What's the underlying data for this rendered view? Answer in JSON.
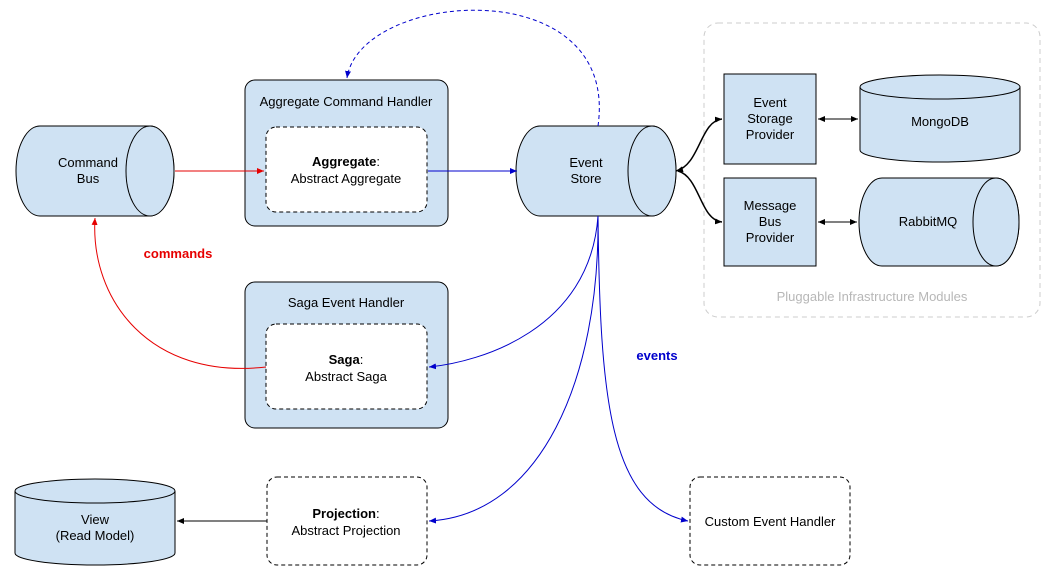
{
  "diagram": {
    "command_bus": [
      "Command",
      "Bus"
    ],
    "event_store": [
      "Event",
      "Store"
    ],
    "aggregate_handler": {
      "title": "Aggregate Command Handler",
      "inner_bold": "Aggregate",
      "inner_suffix": ":",
      "inner_line2": "Abstract Aggregate"
    },
    "saga_handler": {
      "title": "Saga Event Handler",
      "inner_bold": "Saga",
      "inner_suffix": ":",
      "inner_line2": "Abstract Saga"
    },
    "projection": {
      "bold": "Projection",
      "suffix": ":",
      "line2": "Abstract Projection"
    },
    "view": [
      "View",
      "(Read Model)"
    ],
    "custom_handler": "Custom Event Handler",
    "infrastructure": {
      "caption": "Pluggable Infrastructure Modules",
      "event_storage_provider": [
        "Event",
        "Storage",
        "Provider"
      ],
      "message_bus_provider": [
        "Message",
        "Bus",
        "Provider"
      ],
      "mongodb": "MongoDB",
      "rabbitmq": "RabbitMQ"
    },
    "labels": {
      "commands": "commands",
      "events": "events"
    },
    "colors": {
      "node_fill": "#cfe2f3",
      "commands": "#e60000",
      "events": "#0000cc",
      "caption": "#b7b7b7"
    }
  }
}
